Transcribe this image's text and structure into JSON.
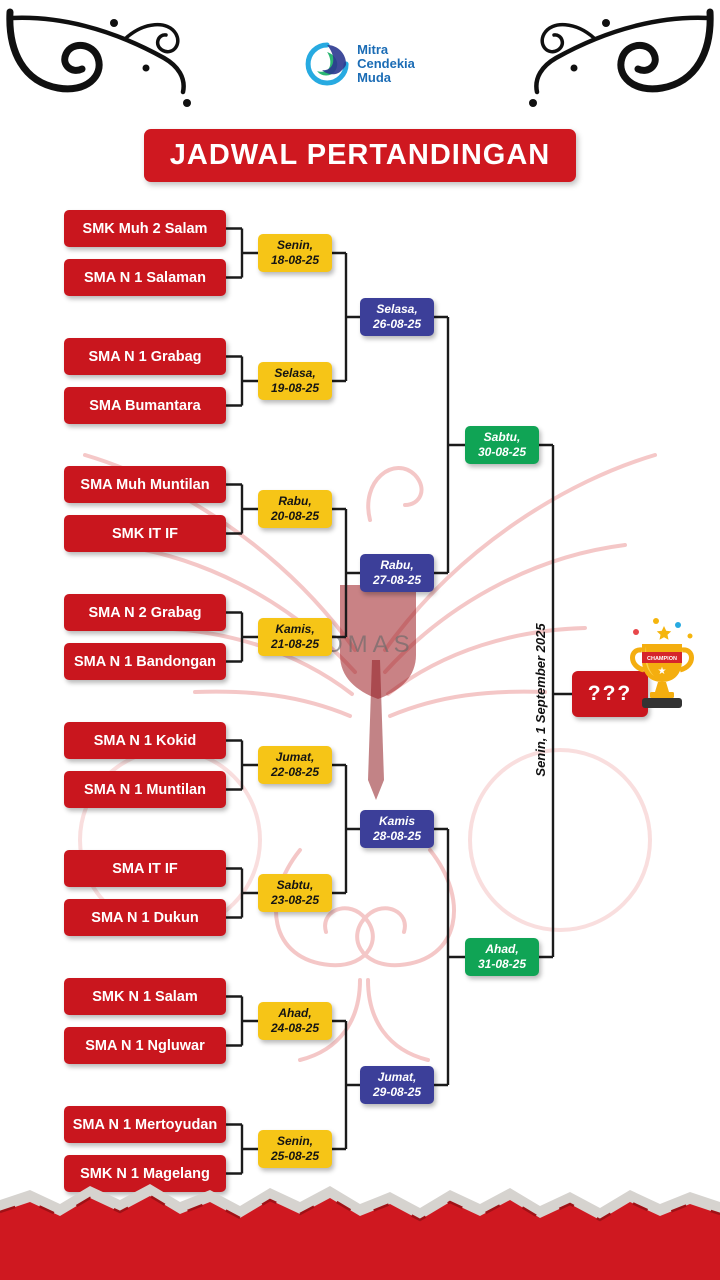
{
  "logo": {
    "line1": "Mitra",
    "line2": "Cendekia",
    "line3": "Muda"
  },
  "title": "JADWAL PERTANDINGAN",
  "watermark_text": "OMAS",
  "colors": {
    "red": "#c9161e",
    "yellow": "#f6c517",
    "blue": "#3c3f99",
    "green": "#10a455"
  },
  "bracket": {
    "round1": [
      {
        "team_a": "SMK Muh 2 Salam",
        "team_b": "SMA N 1 Salaman",
        "day": "Senin,",
        "date": "18-08-25"
      },
      {
        "team_a": "SMA N 1 Grabag",
        "team_b": "SMA Bumantara",
        "day": "Selasa,",
        "date": "19-08-25"
      },
      {
        "team_a": "SMA Muh Muntilan",
        "team_b": "SMK IT IF",
        "day": "Rabu,",
        "date": "20-08-25"
      },
      {
        "team_a": "SMA N 2 Grabag",
        "team_b": "SMA N 1 Bandongan",
        "day": "Kamis,",
        "date": "21-08-25"
      },
      {
        "team_a": "SMA N 1 Kokid",
        "team_b": "SMA N 1 Muntilan",
        "day": "Jumat,",
        "date": "22-08-25"
      },
      {
        "team_a": "SMA IT IF",
        "team_b": "SMA N 1 Dukun",
        "day": "Sabtu,",
        "date": "23-08-25"
      },
      {
        "team_a": "SMK N 1 Salam",
        "team_b": "SMA N 1 Ngluwar",
        "day": "Ahad,",
        "date": "24-08-25"
      },
      {
        "team_a": "SMA N 1 Mertoyudan",
        "team_b": "SMK N 1 Magelang",
        "day": "Senin,",
        "date": "25-08-25"
      }
    ],
    "round2": [
      {
        "day": "Selasa,",
        "date": "26-08-25"
      },
      {
        "day": "Rabu,",
        "date": "27-08-25"
      },
      {
        "day": "Kamis",
        "date": "28-08-25"
      },
      {
        "day": "Jumat,",
        "date": "29-08-25"
      }
    ],
    "round3": [
      {
        "day": "Sabtu,",
        "date": "30-08-25"
      },
      {
        "day": "Ahad,",
        "date": "31-08-25"
      }
    ],
    "final": {
      "label": "???",
      "schedule": "Senin, 1 September 2025",
      "trophy_label": "CHAMPION"
    }
  }
}
